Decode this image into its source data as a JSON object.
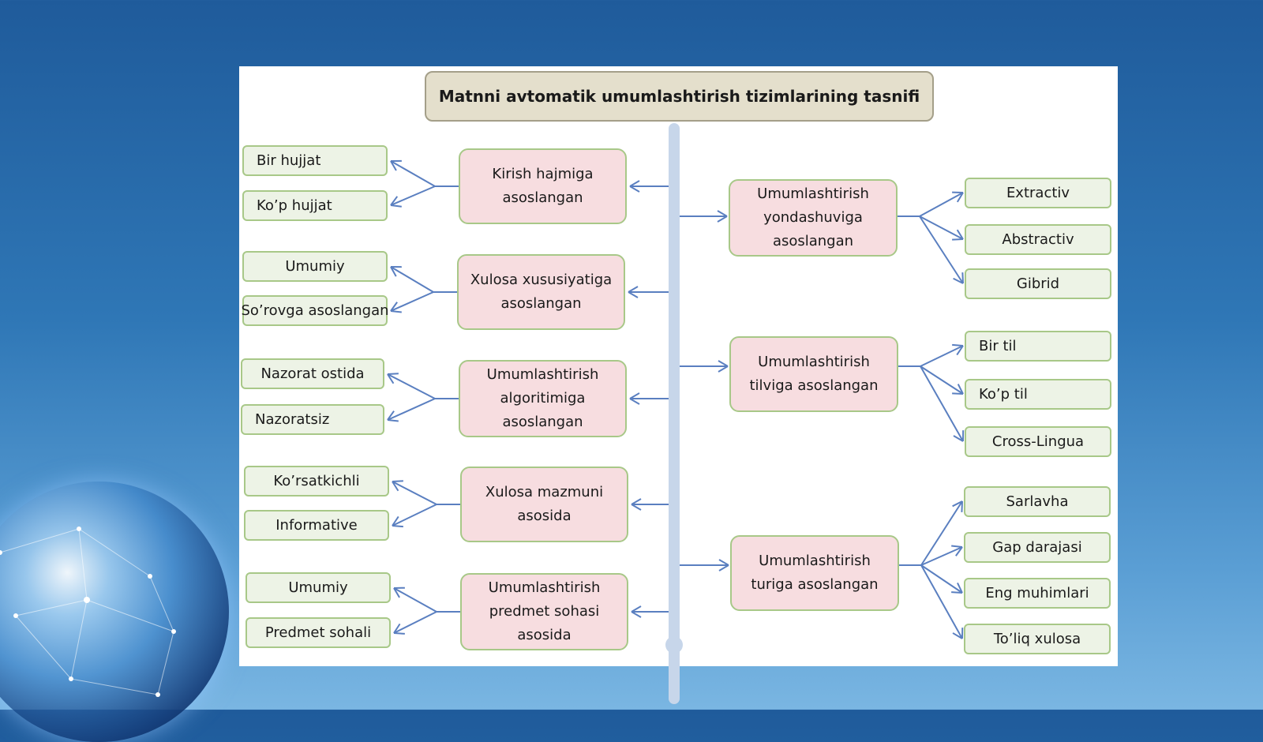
{
  "title": "Matnni avtomatik umumlashtirish tizimlarining tasnifi",
  "left_groups": [
    {
      "label": "Kirish hajmiga\nasoslangan",
      "items": [
        "Bir hujjat",
        "Ko’p hujjat"
      ]
    },
    {
      "label": "Xulosa xususiyatiga\nasoslangan",
      "items": [
        "Umumiy",
        "So’rovga asoslangan"
      ]
    },
    {
      "label": "Umumlashtirish\nalgoritimiga\nasoslangan",
      "items": [
        "Nazorat ostida",
        "Nazoratsiz"
      ]
    },
    {
      "label": "Xulosa mazmuni\nasosida",
      "items": [
        "Ko’rsatkichli",
        "Informative"
      ]
    },
    {
      "label": "Umumlashtirish\npredmet sohasi\nasosida",
      "items": [
        "Umumiy",
        "Predmet sohali"
      ]
    }
  ],
  "right_groups": [
    {
      "label": "Umumlashtirish\nyondashuviga\nasoslangan",
      "items": [
        "Extractiv",
        "Abstractiv",
        "Gibrid"
      ]
    },
    {
      "label": "Umumlashtirish\ntilviga asoslangan",
      "items": [
        "Bir til",
        "Ko’p til",
        "Cross-Lingua"
      ]
    },
    {
      "label": "Umumlashtirish\nturiga asoslangan",
      "items": [
        "Sarlavha",
        "Gap darajasi",
        "Eng muhimlari",
        "To’liq xulosa"
      ]
    }
  ],
  "colors": {
    "category_fill": "#f7dde0",
    "border": "#a8c888",
    "leaf_fill": "#edf3e6",
    "connector": "#5a7fc0",
    "title_fill": "#e4dfcc"
  }
}
